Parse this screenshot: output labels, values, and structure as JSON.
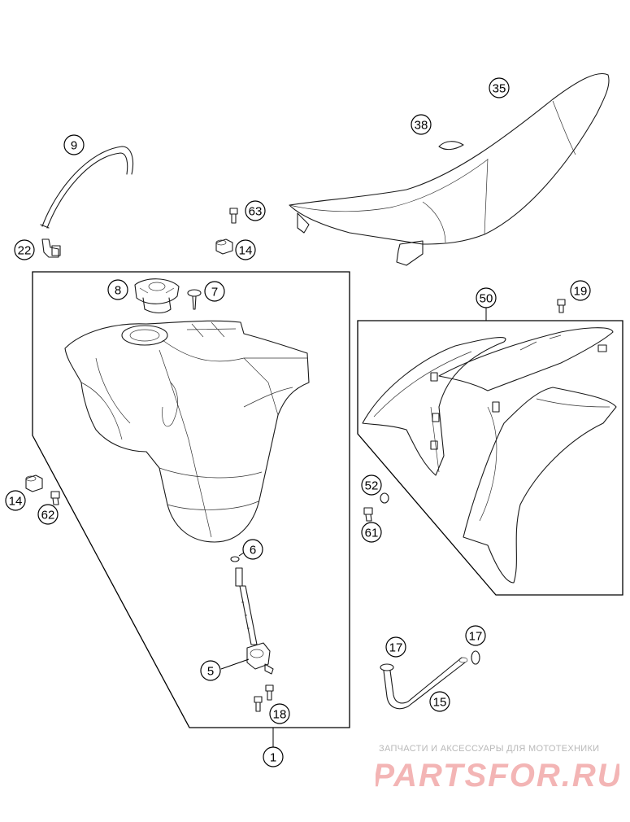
{
  "callouts": [
    {
      "id": "c35",
      "label": "35"
    },
    {
      "id": "c38",
      "label": "38"
    },
    {
      "id": "c9",
      "label": "9"
    },
    {
      "id": "c63",
      "label": "63"
    },
    {
      "id": "c22",
      "label": "22"
    },
    {
      "id": "c14a",
      "label": "14"
    },
    {
      "id": "c8",
      "label": "8"
    },
    {
      "id": "c7",
      "label": "7"
    },
    {
      "id": "c50",
      "label": "50"
    },
    {
      "id": "c19",
      "label": "19"
    },
    {
      "id": "c14b",
      "label": "14"
    },
    {
      "id": "c62",
      "label": "62"
    },
    {
      "id": "c52",
      "label": "52"
    },
    {
      "id": "c61",
      "label": "61"
    },
    {
      "id": "c6",
      "label": "6"
    },
    {
      "id": "c17a",
      "label": "17"
    },
    {
      "id": "c17b",
      "label": "17"
    },
    {
      "id": "c5",
      "label": "5"
    },
    {
      "id": "c15",
      "label": "15"
    },
    {
      "id": "c18",
      "label": "18"
    },
    {
      "id": "c1",
      "label": "1"
    }
  ],
  "watermark": {
    "caption": "ЗАПЧАСТИ И АКСЕССУАРЫ ДЛЯ МОТОТЕХНИКИ",
    "logo_text": "PARTSFOR.RU",
    "color": "#f3b5b5"
  }
}
